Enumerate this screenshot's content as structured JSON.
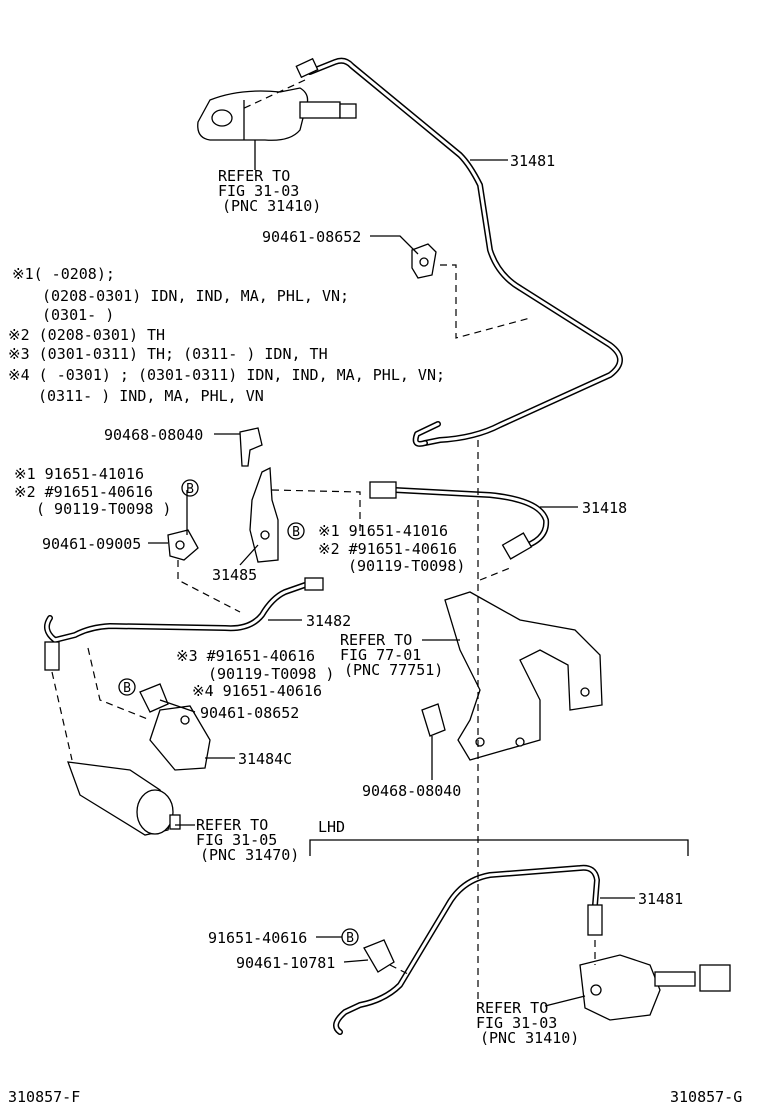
{
  "parts": {
    "p31481_top": "31481",
    "p31418": "31418",
    "p31485": "31485",
    "p31482": "31482",
    "p31484c": "31484C",
    "p31481_lhd": "31481",
    "clip_90461_08652_top": "90461-08652",
    "clip_90468_08040_top": "90468-08040",
    "clip_90461_09005": "90461-09005",
    "clip_90461_08652_mid": "90461-08652",
    "clip_90468_08040_bottom": "90468-08040",
    "bolt_91651_40616_lhd": "91651-40616",
    "clip_90461_10781": "90461-10781"
  },
  "refs": {
    "ref_top": [
      "REFER TO",
      "FIG 31-03",
      "(PNC 31410)"
    ],
    "ref_bracket": [
      "REFER TO",
      "FIG 77-01",
      "(PNC 77751)"
    ],
    "ref_cylinder": [
      "REFER TO",
      "FIG 31-05",
      "(PNC 31470)"
    ],
    "ref_lhd": [
      "REFER TO",
      "FIG 31-03",
      "(PNC 31410)"
    ]
  },
  "notes": [
    "※1(    -0208);",
    "(0208-0301) IDN, IND, MA, PHL, VN;",
    "(0301-     )",
    "※2 (0208-0301) TH",
    "※3 (0301-0311) TH; (0311-     ) IDN, TH",
    "※4 (     -0301) ; (0301-0311) IDN, IND, MA, PHL, VN;",
    "(0311-     ) IND, MA, PHL, VN"
  ],
  "bolt_left": [
    "※1  91651-41016",
    "※2 #91651-40616",
    "( 90119-T0098 )"
  ],
  "bolt_right": [
    "※1 91651-41016",
    "※2 #91651-40616",
    "(90119-T0098)"
  ],
  "bolt_mid": [
    "※3 #91651-40616",
    "(90119-T0098 )",
    "※4 91651-40616"
  ],
  "marker_b": "B",
  "lhd_label": "LHD",
  "fig_left": "310857-F",
  "fig_right": "310857-G"
}
